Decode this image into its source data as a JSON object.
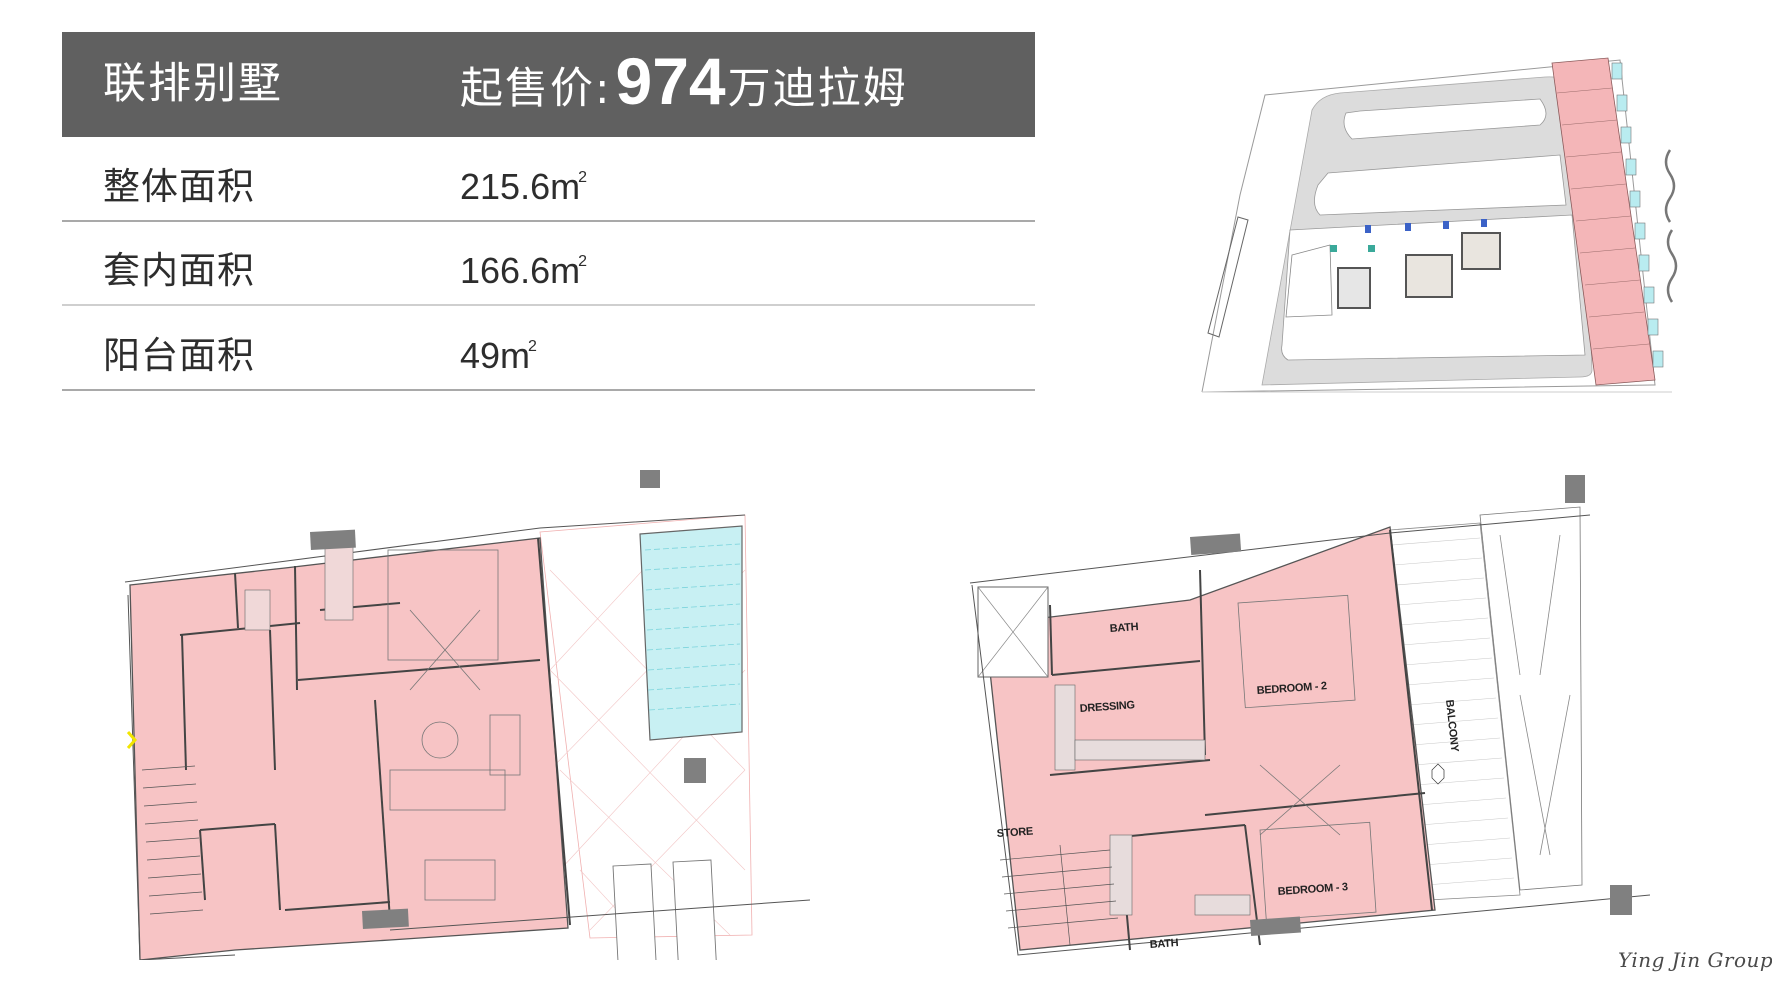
{
  "header": {
    "property_type": "联排别墅",
    "price_prefix": "起售价:",
    "price_value": "974",
    "price_unit": "万迪拉姆",
    "bar_color": "#606060"
  },
  "specs": [
    {
      "label": "整体面积",
      "value": "215.6",
      "unit": "m",
      "sup": "2"
    },
    {
      "label": "套内面积",
      "value": "166.6",
      "unit": "m",
      "sup": "2"
    },
    {
      "label": "阳台面积",
      "value": "49",
      "unit": "m",
      "sup": "2"
    }
  ],
  "site_plan": {
    "highlight_color": "#f4b6b8",
    "pool_color": "#b9ecf0",
    "road_color": "#d9d9d9"
  },
  "ground_floor_plan": {
    "fill_color": "#f7c4c5",
    "pool_color": "#c8f0f3",
    "entry_marker_color": "#f2e500"
  },
  "upper_floor_plan": {
    "fill_color": "#f7c4c5",
    "rooms": {
      "bath_1": "BATH",
      "dressing": "DRESSING",
      "bedroom_2": "BEDROOM - 2",
      "store": "STORE",
      "bedroom_3": "BEDROOM - 3",
      "bath_2": "BATH",
      "balcony": "BALCONY"
    }
  },
  "footer": {
    "logo_text": "Ying Jin Group"
  }
}
